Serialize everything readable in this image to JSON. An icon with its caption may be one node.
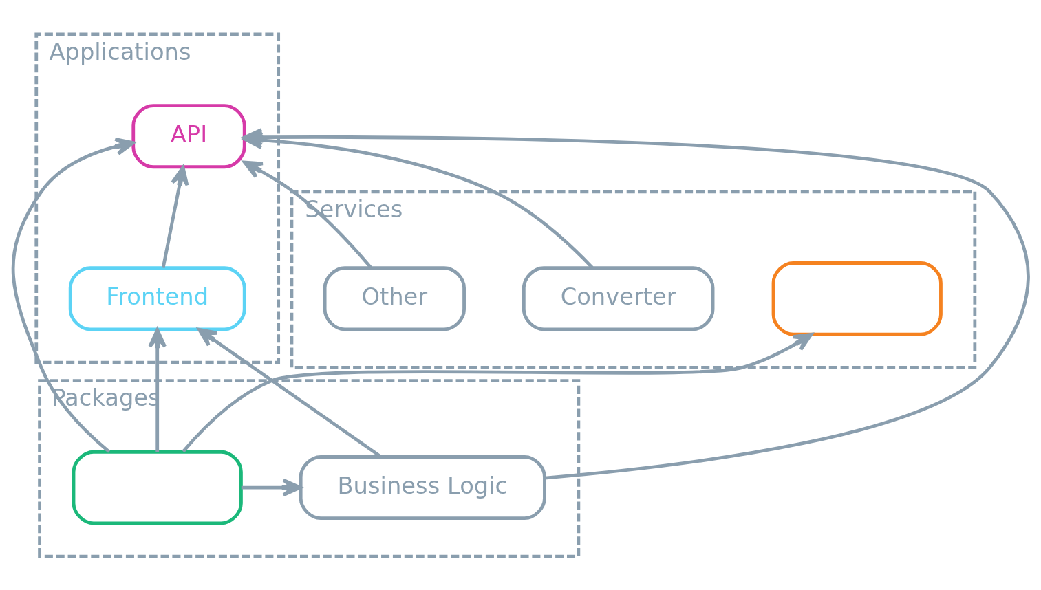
{
  "diagram": {
    "nodes": [
      {
        "text": [
          "Applications"
        ]
      },
      {
        "text": [
          "API"
        ],
        "in": 0
      },
      {
        "text": [
          "Frontend"
        ],
        "in": 0
      },
      {
        "text": [
          "Services"
        ]
      },
      {
        "text": [],
        "shape": "box",
        "in": 3
      },
      {
        "text": [
          "Converter"
        ],
        "in": 3
      },
      {
        "text": [
          "Other"
        ],
        "in": 3
      },
      {
        "text": [
          "Packages"
        ]
      },
      {
        "text": [],
        "shape": "box",
        "in": 7
      },
      {
        "text": [
          "Business Logic"
        ],
        "in": 7
      }
    ],
    "edges": [
      {
        "from": 2,
        "to": 1,
        "arrow": "to"
      },
      {
        "from": 5,
        "to": 1,
        "arrow": "to"
      },
      {
        "from": 6,
        "to": 1,
        "arrow": "to"
      },
      {
        "from": 8,
        "to": 1,
        "arrow": "to"
      },
      {
        "from": 8,
        "to": 2,
        "arrow": "to"
      },
      {
        "from": 8,
        "to": 4,
        "arrow": "to"
      },
      {
        "from": 9,
        "to": 1,
        "arrow": "to"
      },
      {
        "from": 9,
        "to": 2,
        "arrow": "to"
      },
      {
        "from": 8,
        "to": 9,
        "arrow": "to"
      }
    ]
  }
}
